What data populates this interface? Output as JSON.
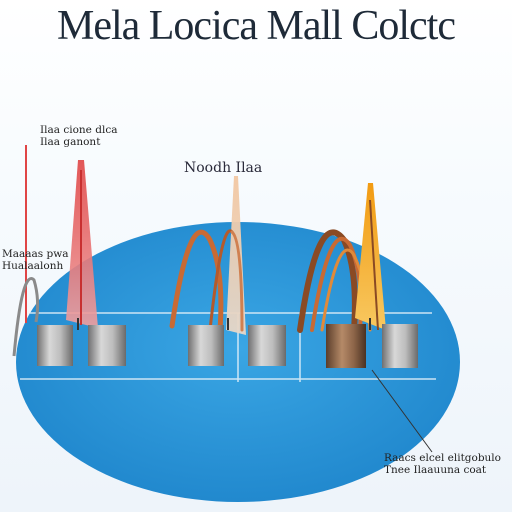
{
  "title": "Mela Locica Mall Colctc",
  "labels": {
    "top_left": [
      "Ilaa cione dlca",
      "Ilaa ganont"
    ],
    "top_center": "Noodh Ilaa",
    "mid_left": [
      "Maaaas pwa",
      "Hualaalonh"
    ],
    "bottom_right": [
      "Raacs elcel elitgobulo",
      "Tnee Ilaauuna coat"
    ]
  },
  "colors": {
    "ellipse": "#2f9ad9",
    "red_spike": "#e05a5a",
    "copper": "#c86a34",
    "orange_spike": "#f1a21a"
  }
}
